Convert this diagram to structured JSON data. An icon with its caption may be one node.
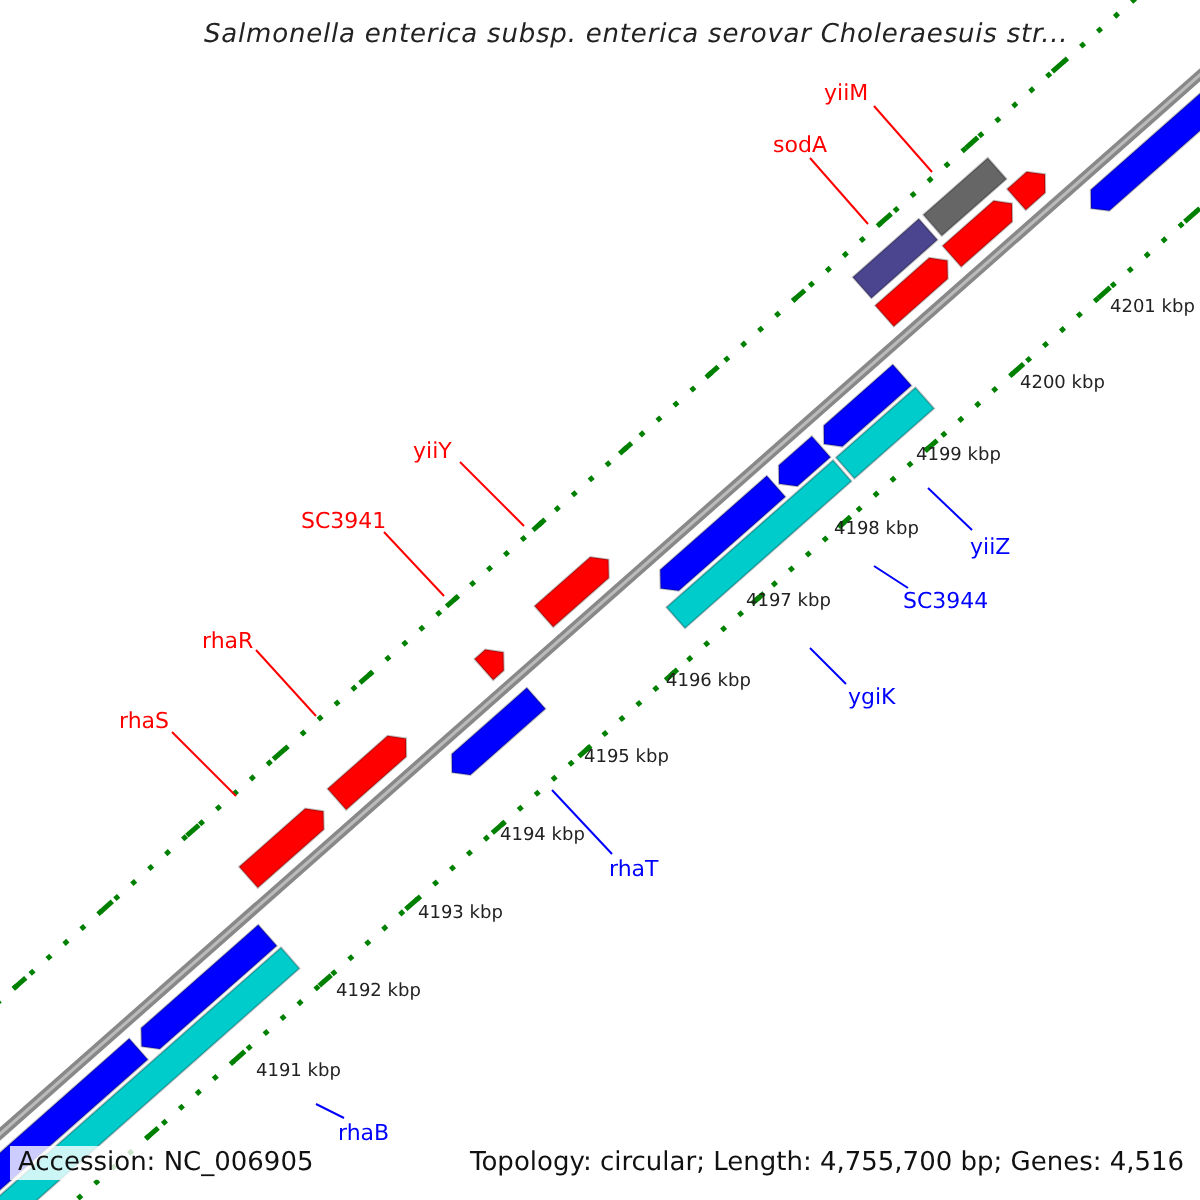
{
  "diagram": {
    "title": "Salmonella enterica subsp. enterica serovar Choleraesuis str...",
    "nodes": [
      {
        "text": [
          "yiiM"
        ]
      },
      {
        "text": [
          "sodA"
        ]
      },
      {
        "text": [
          "yiiY"
        ]
      },
      {
        "text": [
          "SC3941"
        ]
      },
      {
        "text": [
          "yiiZ"
        ]
      },
      {
        "text": [
          "SC3944"
        ]
      },
      {
        "text": [
          "rhaR"
        ]
      },
      {
        "text": [
          "ygiK"
        ]
      },
      {
        "text": [
          "rhaS"
        ]
      },
      {
        "text": [
          "rhaT"
        ]
      },
      {
        "text": [
          "rhaB"
        ]
      }
    ],
    "edges": [
      {
        "from": 0,
        "to": null,
        "arrow": "none"
      },
      {
        "from": 1,
        "to": null,
        "arrow": "none"
      },
      {
        "from": 2,
        "to": null,
        "arrow": "none"
      },
      {
        "from": 3,
        "to": null,
        "arrow": "none"
      },
      {
        "from": 4,
        "to": null,
        "arrow": "none",
        "color": "#0000ff"
      },
      {
        "from": 5,
        "to": null,
        "arrow": "none",
        "color": "#0000ff"
      },
      {
        "from": 6,
        "to": null,
        "arrow": "none"
      },
      {
        "from": 7,
        "to": null,
        "arrow": "none",
        "color": "#0000ff"
      },
      {
        "from": 8,
        "to": null,
        "arrow": "none"
      },
      {
        "from": 9,
        "to": null,
        "arrow": "none",
        "color": "#0000ff"
      },
      {
        "from": 10,
        "to": null,
        "arrow": "none",
        "color": "#0000ff"
      }
    ],
    "labels": [
      "4201 kbp",
      "4200 kbp",
      "4199 kbp",
      "4198 kbp",
      "4197 kbp",
      "4196 kbp",
      "4195 kbp",
      "4194 kbp",
      "4193 kbp",
      "4192 kbp",
      "4191 kbp",
      "Accession: NC_006905",
      "Topology: circular; Length: 4,755,700 bp; Genes: 4,516"
    ]
  }
}
